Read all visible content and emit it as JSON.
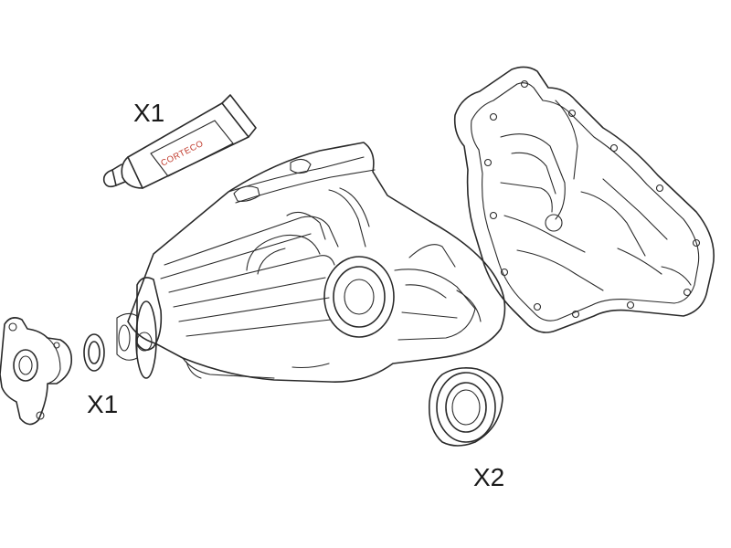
{
  "colors": {
    "line": "#2a2a2a",
    "brand_text": "#c0392b",
    "background": "#ffffff"
  },
  "labels": {
    "sealant_qty": "X1",
    "gasket_qty": "X1",
    "seal_qty": "X2"
  },
  "sealant_tube": {
    "brand": "CORTECO"
  }
}
